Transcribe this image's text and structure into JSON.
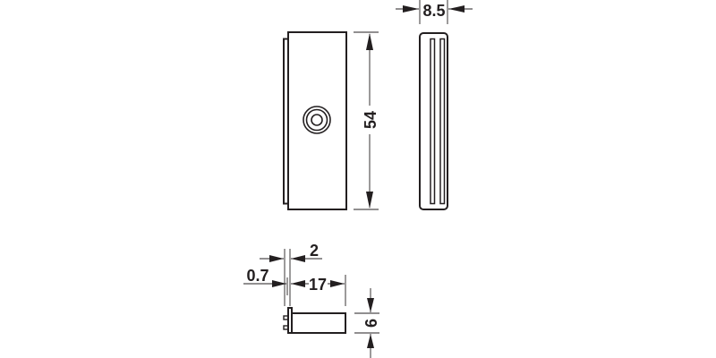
{
  "drawing": {
    "type": "technical-dimension-drawing",
    "units": "mm",
    "line_color": "#231f20",
    "background": "#ffffff",
    "views": {
      "front": {
        "label": "front-view",
        "feature": "center-hole",
        "dimensions": {
          "height": "54"
        }
      },
      "side": {
        "label": "side-view",
        "feature": "two-vertical-slots",
        "dimensions": {
          "width": "8.5"
        }
      },
      "top": {
        "label": "top-view",
        "dimensions": {
          "flange_thickness": "0.7",
          "flange_offset": "2",
          "length": "17",
          "height": "6"
        }
      }
    }
  }
}
